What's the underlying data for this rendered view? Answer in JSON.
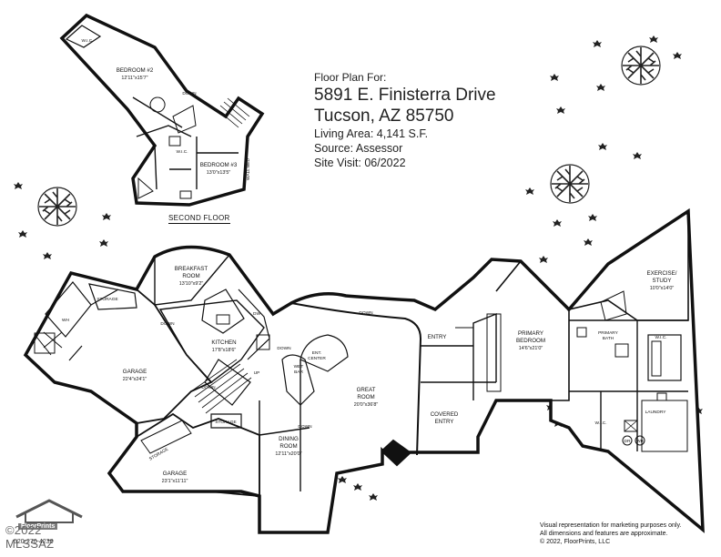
{
  "header": {
    "label": "Floor Plan For:",
    "street": "5891 E. Finisterra Drive",
    "city": "Tucson, AZ  85750",
    "living_area": "Living Area:  4,141 S.F.",
    "source": "Source:  Assessor",
    "site_visit": "Site Visit:  06/2022"
  },
  "second_floor": {
    "caption": "SECOND FLOOR",
    "bedroom2": {
      "name": "BEDROOM #2",
      "dim": "12'11\"x15'7\""
    },
    "bedroom3": {
      "name": "BEDROOM #3",
      "dim": "13'0\"x13'5\""
    },
    "wic_a": "W.I.C.",
    "wic_b": "W.I.C.",
    "down": "DOWN",
    "wall_bed": "WALL BED"
  },
  "first_floor": {
    "breakfast": {
      "name": "BREAKFAST",
      "name2": "ROOM",
      "dim": "13'10\"x9'2\""
    },
    "kitchen": {
      "name": "KITCHEN",
      "dim": "17'8\"x18'6\""
    },
    "storage_top": "STORAGE",
    "garage1": {
      "name": "GARAGE",
      "dim": "22'4\"x24'1\""
    },
    "storage_mid": "STORAGE",
    "storage_rot": "STORAGE",
    "garage2": {
      "name": "GARAGE",
      "dim": "23'1\"x11'11\""
    },
    "dining": {
      "name": "DINING",
      "name2": "ROOM",
      "dim": "12'11\"x20'0\""
    },
    "great": {
      "name": "GREAT",
      "name2": "ROOM",
      "dim": "20'0\"x36'8\""
    },
    "ent_center": {
      "line1": "ENT.",
      "line2": "CENTER"
    },
    "wet_bar": {
      "line1": "WET",
      "line2": "BAR"
    },
    "entry": "ENTRY",
    "covered_entry": {
      "line1": "COVERED",
      "line2": "ENTRY"
    },
    "primary_bedroom": {
      "name": "PRIMARY",
      "name2": "BEDROOM",
      "dim": "14'6\"x21'0\""
    },
    "primary_bath": {
      "line1": "PRIMARY",
      "line2": "BATH"
    },
    "exercise": {
      "line1": "EXERCISE/",
      "line2": "STUDY",
      "dim": "10'0\"x14'0\""
    },
    "wic_primary": "W.I.C.",
    "wic_lower": "W.I.C.",
    "laundry": "LAUNDRY",
    "down_a": "DOWN",
    "down_b": "DOWN",
    "down_c": "DOWN",
    "down_d": "DOWN",
    "down_e": "DOWN",
    "up": "UP",
    "wh": "WH",
    "dw": "DW",
    "dr": "DR",
    "wr": "WR"
  },
  "logo": {
    "brand": "FloorPrints",
    "watermark": "©2022 MLSSAZ",
    "phone": "520-270-4230"
  },
  "disclaimer": {
    "line1": "Visual representation for marketing purposes only.",
    "line2": "All dimensions and features are approximate.",
    "line3": "© 2022, FloorPrints, LLC"
  }
}
